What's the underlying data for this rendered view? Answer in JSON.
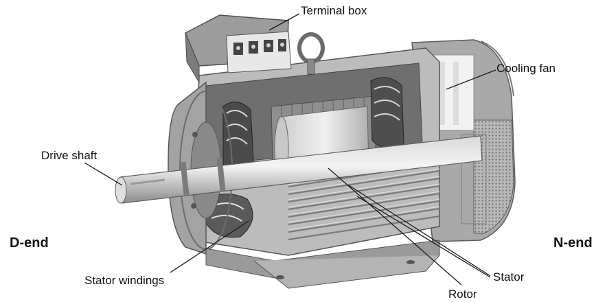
{
  "labels": {
    "terminal_box": "Terminal box",
    "cooling_fan": "Cooling fan",
    "drive_shaft": "Drive shaft",
    "stator_windings": "Stator windings",
    "rotor": "Rotor",
    "stator": "Stator",
    "d_end": "D-end",
    "n_end": "N-end"
  },
  "colors": {
    "background": "#ffffff",
    "text": "#111111",
    "leader_line": "#1a1a1a"
  }
}
